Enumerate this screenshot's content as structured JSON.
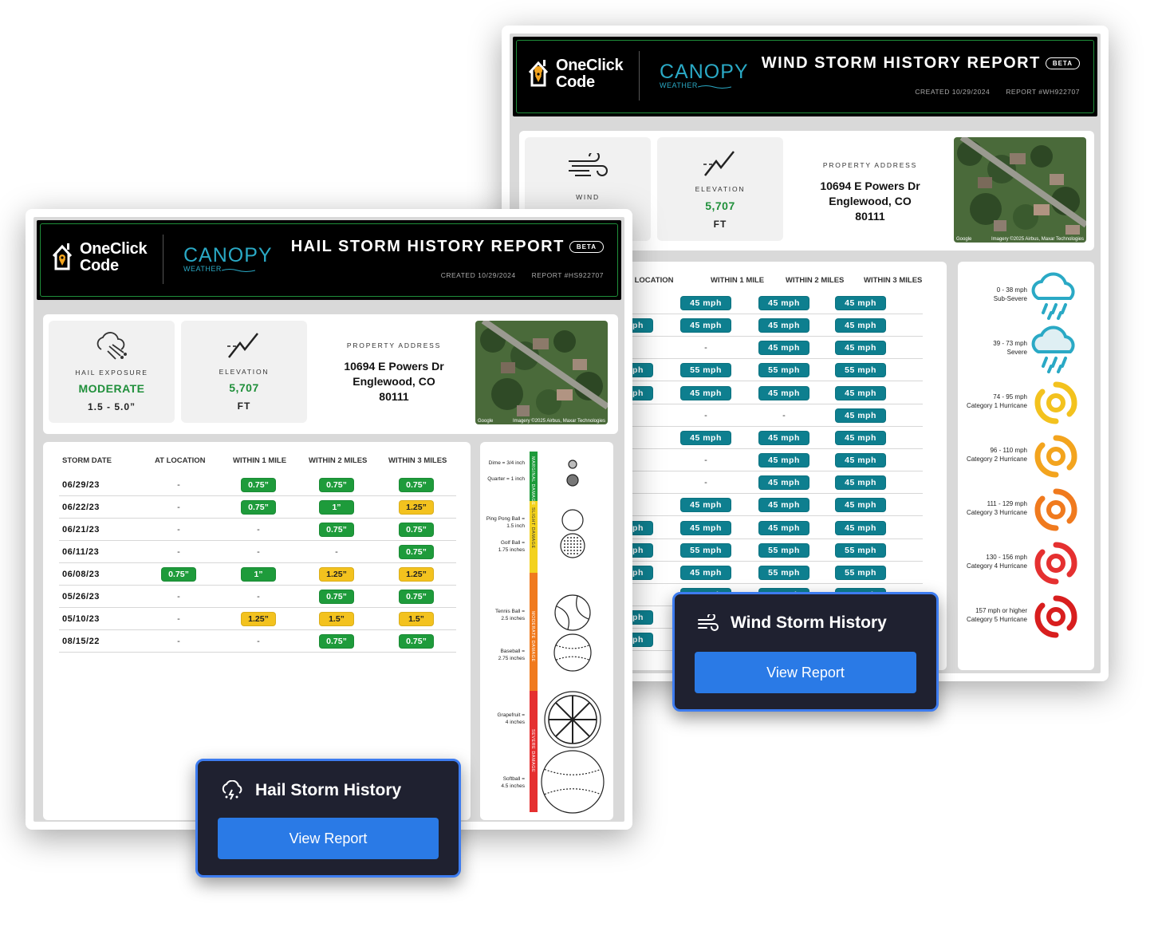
{
  "brand": {
    "oneclick_line1": "OneClick",
    "oneclick_line2": "Code",
    "canopy_line1": "CANOPY",
    "canopy_line2": "WEATHER"
  },
  "wind_report": {
    "title": "WIND STORM HISTORY REPORT",
    "beta": "BETA",
    "created": "CREATED 10/29/2024",
    "report_no": "REPORT #WH922707",
    "wind_label": "WIND",
    "elevation_label": "ELEVATION",
    "elevation_value": "5,707",
    "elevation_unit": "FT",
    "address_label": "PROPERTY ADDRESS",
    "address_line1": "10694 E Powers Dr",
    "address_line2": "Englewood, CO",
    "address_line3": "80111",
    "aerial_credit_left": "Google",
    "aerial_credit_right": "Imagery ©2025 Airbus, Maxar Technologies",
    "columns": [
      "AT LOCATION",
      "WITHIN 1 MILE",
      "WITHIN 2 MILES",
      "WITHIN 3 MILES"
    ],
    "rows": [
      [
        "-",
        "45 mph",
        "45 mph",
        "45 mph"
      ],
      [
        "45 mph",
        "45 mph",
        "45 mph",
        "45 mph"
      ],
      [
        "-",
        "-",
        "45 mph",
        "45 mph"
      ],
      [
        "45 mph",
        "55 mph",
        "55 mph",
        "55 mph"
      ],
      [
        "45 mph",
        "45 mph",
        "45 mph",
        "45 mph"
      ],
      [
        "-",
        "-",
        "-",
        "45 mph"
      ],
      [
        "-",
        "45 mph",
        "45 mph",
        "45 mph"
      ],
      [
        "-",
        "-",
        "45 mph",
        "45 mph"
      ],
      [
        "-",
        "-",
        "45 mph",
        "45 mph"
      ],
      [
        "-",
        "45 mph",
        "45 mph",
        "45 mph"
      ],
      [
        "45 mph",
        "45 mph",
        "45 mph",
        "45 mph"
      ],
      [
        "55 mph",
        "55 mph",
        "55 mph",
        "55 mph"
      ],
      [
        "45 mph",
        "45 mph",
        "55 mph",
        "55 mph"
      ],
      [
        "-",
        "45 mph",
        "45 mph",
        "45 mph"
      ],
      [
        "45 mph",
        "",
        "",
        ""
      ],
      [
        "45 mph",
        "",
        "",
        ""
      ]
    ],
    "legend": [
      {
        "range": "0 - 38 mph",
        "name": "Sub-Severe"
      },
      {
        "range": "39 - 73 mph",
        "name": "Severe"
      },
      {
        "range": "74 - 95 mph",
        "name": "Category 1 Hurricane"
      },
      {
        "range": "96 - 110 mph",
        "name": "Category 2 Hurricane"
      },
      {
        "range": "111 - 129 mph",
        "name": "Category 3 Hurricane"
      },
      {
        "range": "130 - 156 mph",
        "name": "Category 4 Hurricane"
      },
      {
        "range": "157 mph or higher",
        "name": "Category 5 Hurricane"
      }
    ]
  },
  "hail_report": {
    "title": "HAIL STORM HISTORY REPORT",
    "beta": "BETA",
    "created": "CREATED 10/29/2024",
    "report_no": "REPORT #HS922707",
    "exposure_label": "HAIL EXPOSURE",
    "exposure_value": "MODERATE",
    "exposure_range": "1.5 - 5.0”",
    "elevation_label": "ELEVATION",
    "elevation_value": "5,707",
    "elevation_unit": "FT",
    "address_label": "PROPERTY ADDRESS",
    "address_line1": "10694 E Powers Dr",
    "address_line2": "Englewood, CO",
    "address_line3": "80111",
    "aerial_credit_left": "Google",
    "aerial_credit_right": "Imagery ©2025 Airbus, Maxar Technologies",
    "columns": [
      "STORM DATE",
      "AT LOCATION",
      "WITHIN 1 MILE",
      "WITHIN 2 MILES",
      "WITHIN 3 MILES"
    ],
    "rows": [
      [
        "06/29/23",
        "-",
        "0.75”",
        "0.75”",
        "0.75”"
      ],
      [
        "06/22/23",
        "-",
        "0.75”",
        "1”",
        "1.25”"
      ],
      [
        "06/21/23",
        "-",
        "-",
        "0.75”",
        "0.75”"
      ],
      [
        "06/11/23",
        "-",
        "-",
        "-",
        "0.75”"
      ],
      [
        "06/08/23",
        "0.75”",
        "1”",
        "1.25”",
        "1.25”"
      ],
      [
        "05/26/23",
        "-",
        "-",
        "0.75”",
        "0.75”"
      ],
      [
        "05/10/23",
        "-",
        "1.25”",
        "1.5”",
        "1.5”"
      ],
      [
        "08/15/22",
        "-",
        "-",
        "0.75”",
        "0.75”"
      ]
    ],
    "legend_items": [
      {
        "label1": "Dime = 3/4 inch",
        "label2": ""
      },
      {
        "label1": "Quarter = 1 inch",
        "label2": ""
      },
      {
        "label1": "Ping Pong Ball =",
        "label2": "1.5 inch"
      },
      {
        "label1": "Golf Ball =",
        "label2": "1.75 inches"
      },
      {
        "label1": "Tennis Ball =",
        "label2": "2.5 inches"
      },
      {
        "label1": "Baseball =",
        "label2": "2.75 inches"
      },
      {
        "label1": "Grapefruit =",
        "label2": "4 inches"
      },
      {
        "label1": "Softball =",
        "label2": "4.5 inches"
      }
    ],
    "scale_labels": [
      "MARGINAL DAMAGE",
      "SLIGHT DAMAGE",
      "MODERATE DAMAGE",
      "SEVERE DAMAGE"
    ]
  },
  "cta_wind": {
    "title": "Wind Storm History",
    "button": "View Report"
  },
  "cta_hail": {
    "title": "Hail Storm History",
    "button": "View Report"
  },
  "colors": {
    "green": "#1e9b3b",
    "yellow": "#f3c21e",
    "teal": "#0e7f8f",
    "button_blue": "#2a7ae6",
    "cta_bg": "#1f2130",
    "header_frame": "#1f8f3a"
  }
}
